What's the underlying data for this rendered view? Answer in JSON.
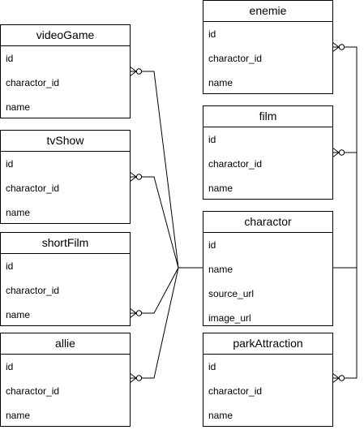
{
  "entities": {
    "videoGame": {
      "title": "videoGame",
      "fields": [
        "id",
        "charactor_id",
        "name"
      ]
    },
    "tvShow": {
      "title": "tvShow",
      "fields": [
        "id",
        "charactor_id",
        "name"
      ]
    },
    "shortFilm": {
      "title": "shortFilm",
      "fields": [
        "id",
        "charactor_id",
        "name"
      ]
    },
    "allie": {
      "title": "allie",
      "fields": [
        "id",
        "charactor_id",
        "name"
      ]
    },
    "enemie": {
      "title": "enemie",
      "fields": [
        "id",
        "charactor_id",
        "name"
      ]
    },
    "film": {
      "title": "film",
      "fields": [
        "id",
        "charactor_id",
        "name"
      ]
    },
    "charactor": {
      "title": "charactor",
      "fields": [
        "id",
        "name",
        "source_url",
        "image_url"
      ]
    },
    "parkAttraction": {
      "title": "parkAttraction",
      "fields": [
        "id",
        "charactor_id",
        "name"
      ]
    }
  },
  "relationships": [
    {
      "from": "charactor",
      "to": "videoGame",
      "cardinality": "one-to-zero-or-many"
    },
    {
      "from": "charactor",
      "to": "tvShow",
      "cardinality": "one-to-zero-or-many"
    },
    {
      "from": "charactor",
      "to": "shortFilm",
      "cardinality": "one-to-zero-or-many"
    },
    {
      "from": "charactor",
      "to": "allie",
      "cardinality": "one-to-zero-or-many"
    },
    {
      "from": "charactor",
      "to": "enemie",
      "cardinality": "one-to-zero-or-many"
    },
    {
      "from": "charactor",
      "to": "film",
      "cardinality": "one-to-zero-or-many"
    },
    {
      "from": "charactor",
      "to": "parkAttraction",
      "cardinality": "one-to-zero-or-many"
    }
  ],
  "colors": {
    "line": "#000000",
    "background": "#ffffff"
  }
}
